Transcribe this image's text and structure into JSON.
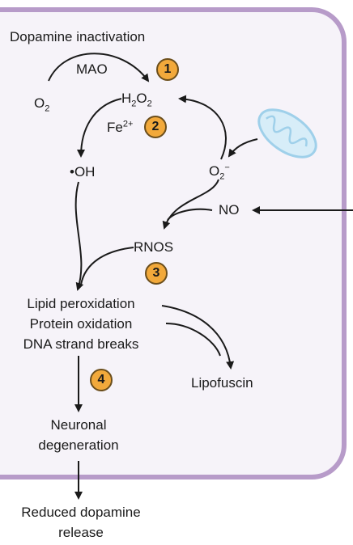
{
  "nodes": {
    "dopamine_inactivation": "Dopamine inactivation",
    "mao": "MAO",
    "o2": "O",
    "o2_sub": "2",
    "h2o2_h": "H",
    "h2o2_sub1": "2",
    "h2o2_o": "O",
    "h2o2_sub2": "2",
    "fe": "Fe",
    "fe_sup": "2+",
    "oh": "•OH",
    "superoxide": "O",
    "superoxide_sub": "2",
    "superoxide_sup": "−",
    "no": "NO",
    "rnos": "RNOS",
    "lipid_peroxidation": "Lipid peroxidation",
    "protein_oxidation": "Protein oxidation",
    "dna_strand_breaks": "DNA strand breaks",
    "lipofuscin": "Lipofuscin",
    "neuronal_line1": "Neuronal",
    "neuronal_line2": "degeneration",
    "reduced_line1": "Reduced dopamine",
    "reduced_line2": "release"
  },
  "badges": [
    "1",
    "2",
    "3",
    "4"
  ],
  "icons": {
    "mitochondrion": "mitochondrion-icon"
  },
  "colors": {
    "cell_border": "#b79bc9",
    "cell_fill": "#f6f3f9",
    "badge_fill": "#f2a93b",
    "badge_border": "#6b4e1c",
    "mitochondrion": "#9fd0ea",
    "arrow": "#1a1a1a"
  }
}
